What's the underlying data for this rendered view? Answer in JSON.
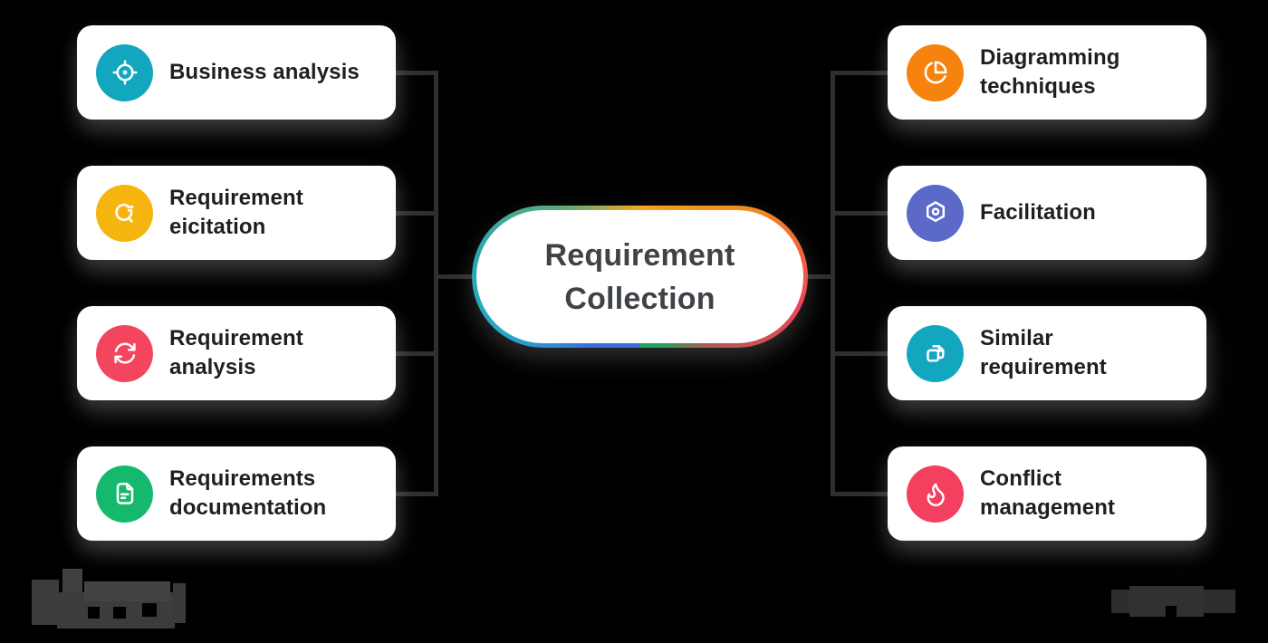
{
  "center": {
    "label": "Requirement Collection",
    "text_color": "#3f4347",
    "ring_stops": [
      [
        0,
        "#F7A41F"
      ],
      [
        60,
        "#F28A1E"
      ],
      [
        100,
        "#ED4556"
      ],
      [
        135,
        "#AE5A52"
      ],
      [
        160,
        "#1EA45D"
      ],
      [
        179.5,
        "#1EA45D"
      ],
      [
        180.5,
        "#3A6BE0"
      ],
      [
        215,
        "#3A6BE0"
      ],
      [
        248,
        "#27A9C9"
      ],
      [
        278,
        "#2AA7AE"
      ],
      [
        312,
        "#5FA878"
      ],
      [
        338,
        "#BFA93E"
      ],
      [
        360,
        "#F7A41F"
      ]
    ]
  },
  "nodes": {
    "left": [
      {
        "label": "Business analysis",
        "icon": "target-icon",
        "color": "#12A7BE"
      },
      {
        "label": "Requirement eicitation",
        "icon": "search-history-icon",
        "color": "#F6B40E"
      },
      {
        "label": "Requirement analysis",
        "icon": "sync-icon",
        "color": "#F4455E"
      },
      {
        "label": "Requirements documentation",
        "icon": "document-icon",
        "color": "#14B96D"
      }
    ],
    "right": [
      {
        "label": "Diagramming techniques",
        "icon": "pie-chart-icon",
        "color": "#F6830D"
      },
      {
        "label": "Facilitation",
        "icon": "hexagon-nut-icon",
        "color": "#5B6AC9"
      },
      {
        "label": "Similar requirement",
        "icon": "copy-pages-icon",
        "color": "#12A7BE"
      },
      {
        "label": "Conflict management",
        "icon": "flame-icon",
        "color": "#F43F5F"
      }
    ]
  },
  "connector_color": "#2f2f2f",
  "background_color": "#000000"
}
